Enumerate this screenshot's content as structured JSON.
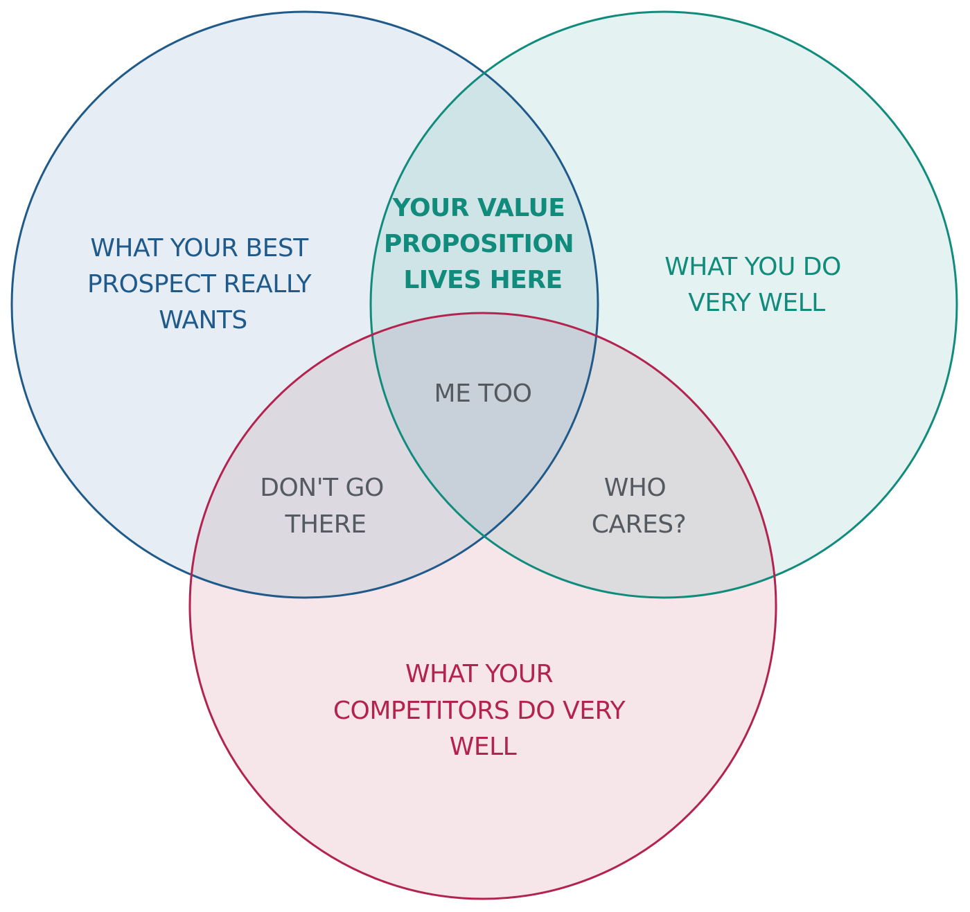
{
  "colors": {
    "prospect_stroke": "#1f5a8a",
    "prospect_fill": "#e6edf4",
    "strengths_stroke": "#118b7c",
    "strengths_fill": "#e4f2f1",
    "competitors_stroke": "#b3234f",
    "competitors_fill": "#f6e6ea",
    "value_prop_fill": "#cfe4e6",
    "dont_go_fill": "#ddd9e1",
    "who_cares_fill": "#dcdcde",
    "me_too_fill": "#c8d1d9",
    "overlap_text": "#555a60"
  },
  "circles": {
    "prospect": {
      "label_lines": [
        "WHAT YOUR BEST",
        "PROSPECT REALLY",
        "WANTS"
      ]
    },
    "strengths": {
      "label_lines": [
        "WHAT YOU DO",
        "VERY WELL"
      ]
    },
    "competitors": {
      "label_lines": [
        "WHAT YOUR",
        "COMPETITORS DO VERY",
        "WELL"
      ]
    }
  },
  "overlaps": {
    "value_proposition": {
      "label_lines": [
        "YOUR VALUE",
        "PROPOSITION",
        "LIVES HERE"
      ]
    },
    "me_too": {
      "label_lines": [
        "ME TOO"
      ]
    },
    "dont_go_there": {
      "label_lines": [
        "DON'T GO",
        "THERE"
      ]
    },
    "who_cares": {
      "label_lines": [
        "WHO",
        "CARES?"
      ]
    }
  }
}
